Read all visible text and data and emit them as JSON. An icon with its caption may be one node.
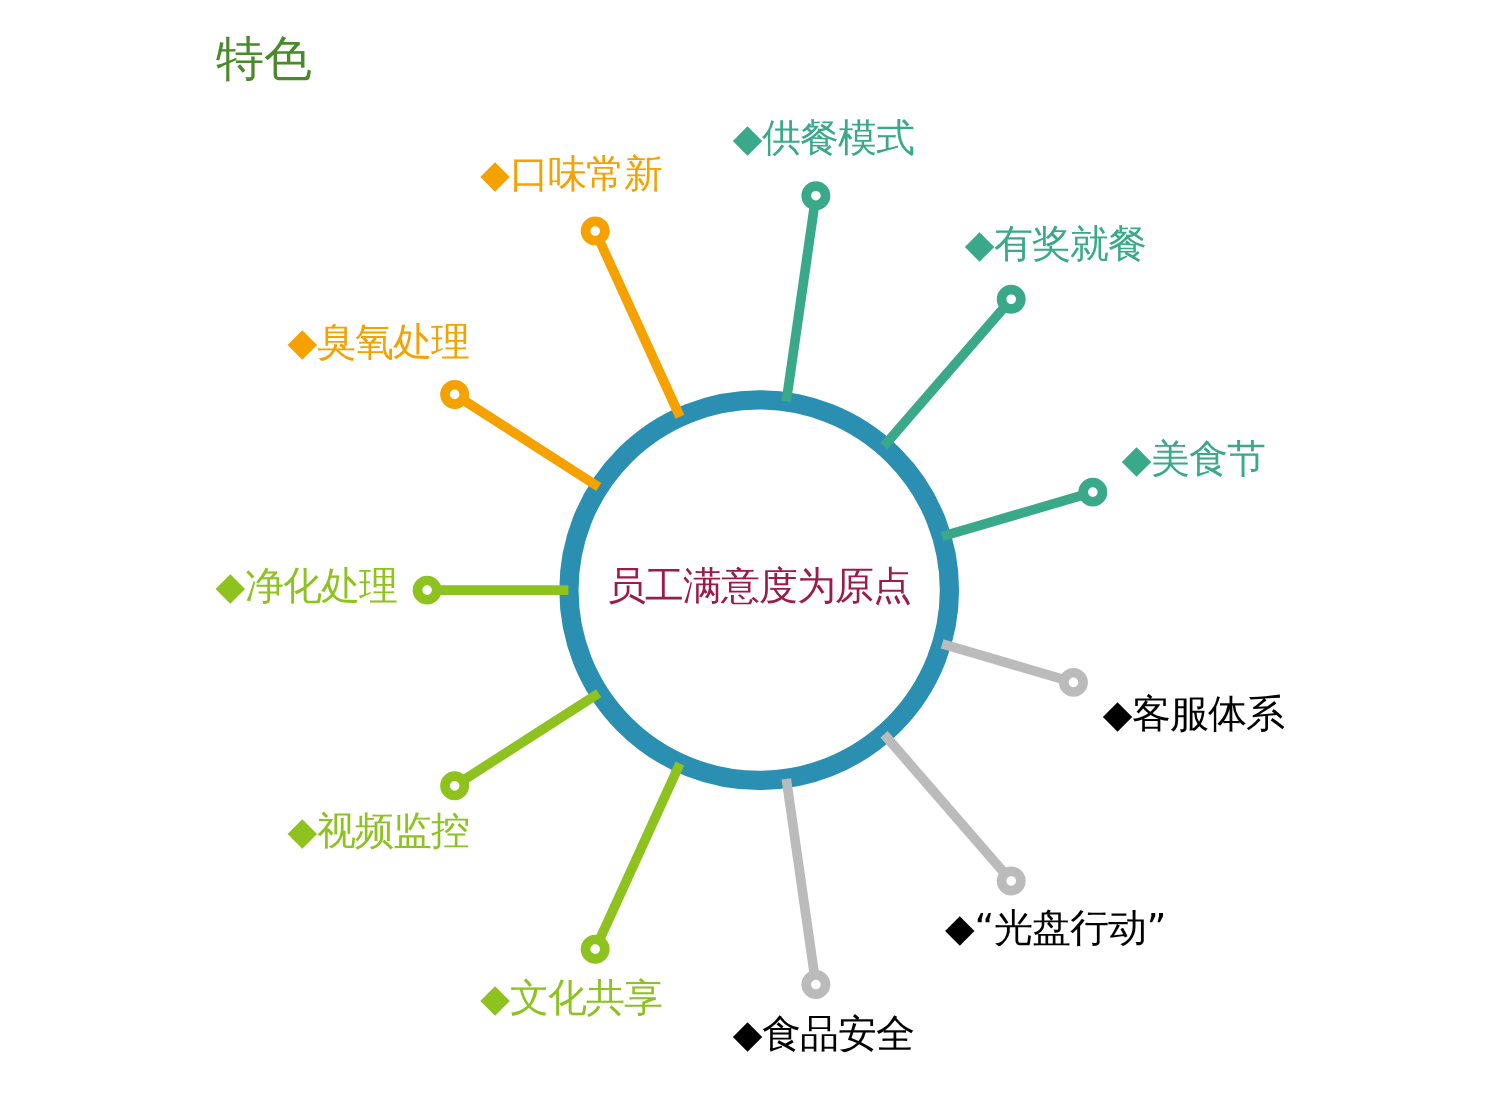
{
  "diagram": {
    "title": "特色",
    "nodes": [
      {
        "text": [
          "员工满意度为原点"
        ]
      },
      {
        "text": [
          "◆美食节"
        ]
      },
      {
        "text": [
          "◆有奖就餐"
        ]
      },
      {
        "text": [
          "◆供餐模式"
        ]
      },
      {
        "text": [
          "◆口味常新"
        ]
      },
      {
        "text": [
          "◆臭氧处理"
        ]
      },
      {
        "text": [
          "◆净化处理"
        ]
      },
      {
        "text": [
          "◆视频监控"
        ]
      },
      {
        "text": [
          "◆文化共享"
        ]
      },
      {
        "text": [
          "◆食品安全"
        ]
      },
      {
        "text": [
          "◆“光盘行动”"
        ]
      },
      {
        "text": [
          "◆客服体系"
        ]
      }
    ],
    "edges": [
      {
        "from": 0,
        "to": 1,
        "arrow": "other",
        "color": "#3aa98a"
      },
      {
        "from": 0,
        "to": 2,
        "arrow": "other",
        "color": "#3aa98a"
      },
      {
        "from": 0,
        "to": 3,
        "arrow": "other",
        "color": "#3aa98a"
      },
      {
        "from": 0,
        "to": 4,
        "arrow": "other",
        "color": "#f5a100"
      },
      {
        "from": 0,
        "to": 5,
        "arrow": "other",
        "color": "#f5a100"
      },
      {
        "from": 0,
        "to": 6,
        "arrow": "other",
        "color": "#8dc21f"
      },
      {
        "from": 0,
        "to": 7,
        "arrow": "other",
        "color": "#8dc21f"
      },
      {
        "from": 0,
        "to": 8,
        "arrow": "other",
        "color": "#8dc21f"
      },
      {
        "from": 0,
        "to": 9,
        "arrow": "other",
        "color": "#bbbbbb"
      },
      {
        "from": 0,
        "to": 10,
        "arrow": "other",
        "color": "#bbbbbb"
      },
      {
        "from": 0,
        "to": 11,
        "arrow": "other",
        "color": "#bbbbbb"
      }
    ]
  }
}
